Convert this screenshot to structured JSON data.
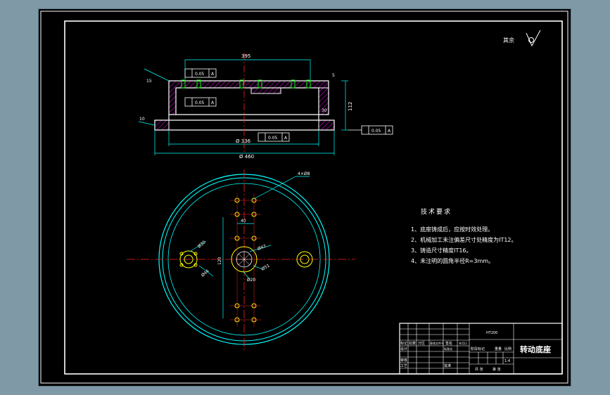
{
  "sheet": {
    "roughness_note": "其余",
    "colors": {
      "background": "#000000",
      "frame": "#ffffff",
      "outline": "#ffffff",
      "hatch": "#ff00ff",
      "dimension": "#00ffff",
      "centerline": "#ff2020",
      "hole": "#ffff00",
      "text": "#ffffff"
    }
  },
  "section_view": {
    "dims": {
      "top_width": "395",
      "height": "112",
      "inner_dia": "Ø 336",
      "outer_dia": "Ø 460",
      "tol_flat_top": "0.05",
      "tol_flat_mid": "0.05",
      "tol_inner": "0.05",
      "tol_right": "0.05",
      "datum": "A",
      "r_top": "5",
      "dim_15": "15",
      "dim_30": "30",
      "dim_10": "10"
    }
  },
  "plan_view": {
    "dims": {
      "holes_note": "4×Ø8",
      "dim_40": "40",
      "dim_120": "120",
      "dia_30": "Ø30",
      "dia_44": "Ø44",
      "dia_47": "Ø47",
      "dia_51": "Ø51",
      "dia_hub": "Ø20"
    }
  },
  "notes": {
    "heading": "技术要求",
    "items": [
      "1、底座铸成后，应按时效处理。",
      "2、机械加工未注偏差尺寸处精度为IT12。",
      "3、铸造尺寸精度IT16。",
      "4、未注明的圆角半径R=3mm。"
    ]
  },
  "title_block": {
    "part_name": "转动底座",
    "material": "HT200",
    "scale": "1:4",
    "labels": {
      "designer": "设计",
      "standardize": "标准化",
      "check": "审核",
      "process": "工艺",
      "approve": "批准",
      "mark": "标记",
      "count": "处数",
      "zone": "分区",
      "change_doc": "更改文件号",
      "sign": "签名",
      "date": "年月日",
      "stage_mark": "阶段标记",
      "weight": "重量",
      "ratio": "比例",
      "sheets_total": "共  张",
      "sheet_no": "第  张"
    }
  }
}
